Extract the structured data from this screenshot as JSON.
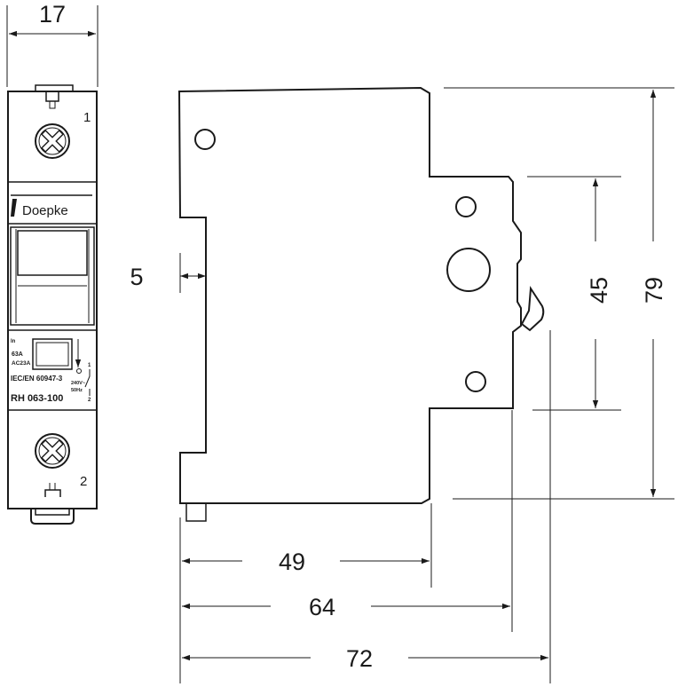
{
  "front_view": {
    "terminal_top": "1",
    "terminal_bottom": "2",
    "brand": "Doepke",
    "rating_in": "In",
    "rating_current": "63A",
    "rating_type": "AC23A",
    "standard": "IEC/EN 60947-3",
    "voltage": "240V~",
    "frequency": "50Hz",
    "contact_top": "1",
    "contact_bottom": "2",
    "model": "RH 063-100"
  },
  "dimensions": {
    "width_front": "17",
    "rail_offset": "5",
    "height_inner": "45",
    "height_total": "79",
    "depth_49": "49",
    "depth_64": "64",
    "depth_72": "72"
  }
}
